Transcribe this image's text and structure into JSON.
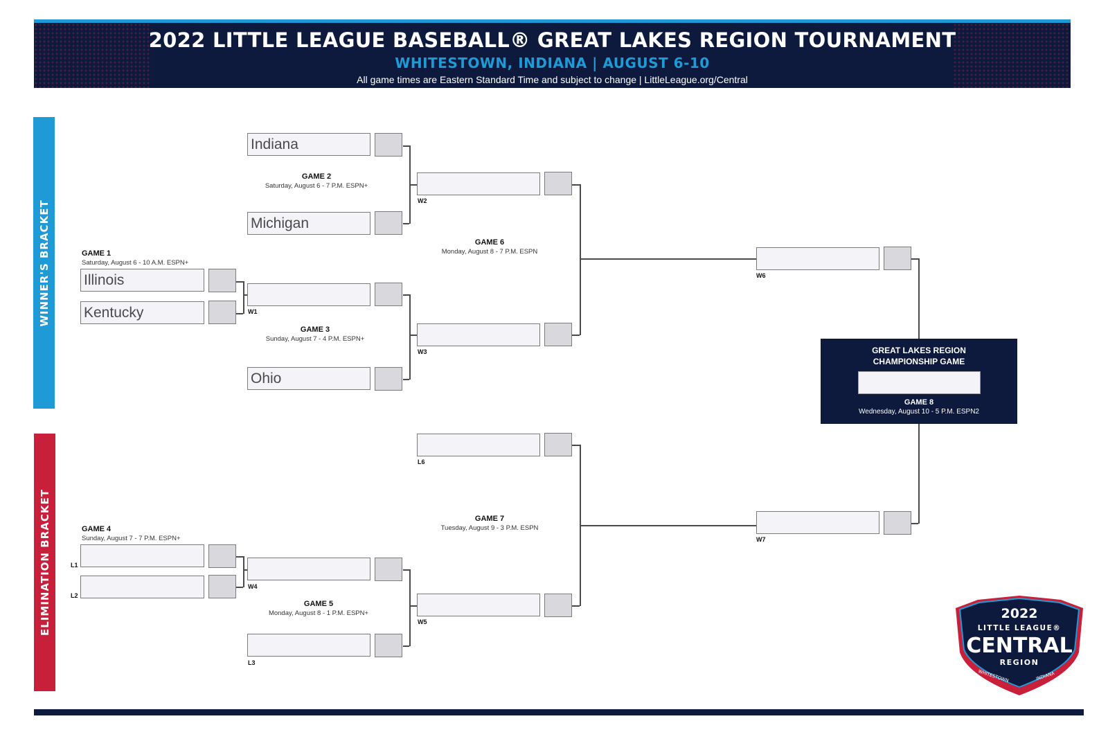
{
  "header": {
    "title": "2022 LITTLE LEAGUE BASEBALL® GREAT LAKES REGION TOURNAMENT",
    "subtitle": "WHITESTOWN, INDIANA | AUGUST 6-10",
    "note": "All game times are Eastern Standard Time and subject to change | LittleLeague.org/Central"
  },
  "brackets": {
    "winners_label": "WINNER'S BRACKET",
    "elimination_label": "ELIMINATION BRACKET"
  },
  "teams": {
    "indiana": "Indiana",
    "michigan": "Michigan",
    "illinois": "Illinois",
    "kentucky": "Kentucky",
    "ohio": "Ohio"
  },
  "games": {
    "g1": {
      "name": "GAME 1",
      "info": "Saturday, August 6 - 10 A.M. ESPN+"
    },
    "g2": {
      "name": "GAME 2",
      "info": "Saturday, August 6 - 7 P.M. ESPN+"
    },
    "g3": {
      "name": "GAME 3",
      "info": "Sunday, August 7 - 4 P.M. ESPN+"
    },
    "g4": {
      "name": "GAME 4",
      "info": "Sunday, August 7 - 7 P.M. ESPN+"
    },
    "g5": {
      "name": "GAME 5",
      "info": "Monday, August 8 - 1 P.M. ESPN+"
    },
    "g6": {
      "name": "GAME 6",
      "info": "Monday, August 8 - 7 P.M. ESPN"
    },
    "g7": {
      "name": "GAME 7",
      "info": "Tuesday, August 9 - 3 P.M. ESPN"
    }
  },
  "slots": {
    "w1": "W1",
    "w2": "W2",
    "w3": "W3",
    "w4": "W4",
    "w5": "W5",
    "w6": "W6",
    "w7": "W7",
    "l1": "L1",
    "l2": "L2",
    "l3": "L3",
    "l6": "L6"
  },
  "championship": {
    "title_line1": "GREAT LAKES REGION",
    "title_line2": "CHAMPIONSHIP GAME",
    "game": "GAME 8",
    "info": "Wednesday, August 10 - 5 P.M. ESPN2"
  },
  "logo": {
    "year": "2022",
    "line1": "LITTLE LEAGUE®",
    "line2": "CENTRAL",
    "line3": "REGION",
    "ribbon_left": "WHITESTOWN",
    "ribbon_right": "INDIANA"
  },
  "colors": {
    "navy": "#0e1a3d",
    "blue": "#1e9ad6",
    "red": "#c8203a"
  }
}
